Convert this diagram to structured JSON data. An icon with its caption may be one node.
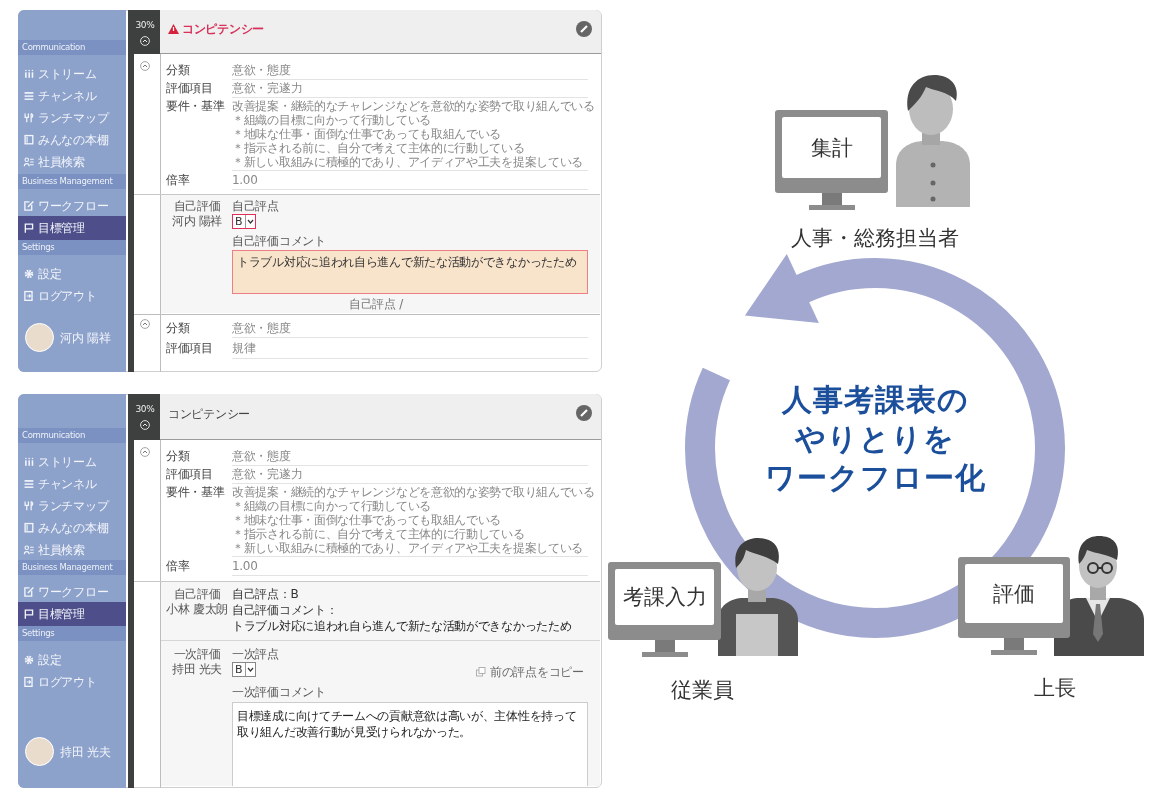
{
  "diagram": {
    "nodes": [
      {
        "text": [
          "集計"
        ],
        "beside": [
          "人事・総務担当者"
        ]
      },
      {
        "text": [
          "考課入力"
        ],
        "beside": [
          "従業員"
        ]
      },
      {
        "text": [
          "評価"
        ],
        "beside": [
          "上長"
        ]
      }
    ],
    "labels": [
      "Communication",
      "ストリーム",
      "チャンネル",
      "ランチマップ",
      "みんなの本棚",
      "社員検索",
      "Business Management",
      "ワークフロー",
      "目標管理",
      "Settings",
      "設定",
      "ログアウト",
      "河内 陽祥",
      "30%",
      "コンピテンシー",
      "分類",
      "意欲・態度",
      "評価項目",
      "意欲・完遂力",
      "要件・基準",
      "改善提案・継続的なチャレンジなどを意欲的な姿勢で取り組んでいる",
      "＊組織の目標に向かって行動している",
      "＊地味な仕事・面倒な仕事であっても取組んでいる",
      "＊指示される前に、自分で考えて主体的に行動している",
      "＊新しい取組みに積極的であり、アイディアや工夫を提案している",
      "倍率",
      "1.00",
      "自己評価",
      "河内 陽祥",
      "自己評点",
      "B",
      "自己評価コメント",
      "トラブル対応に追われ自ら進んで新たな活動ができなかったため",
      "自己評点 /",
      "分類",
      "意欲・態度",
      "評価項目",
      "規律",
      "Communication",
      "ストリーム",
      "チャンネル",
      "ランチマップ",
      "みんなの本棚",
      "社員検索",
      "Business Management",
      "ワークフロー",
      "目標管理",
      "Settings",
      "設定",
      "ログアウト",
      "持田 光夫",
      "30%",
      "コンピテンシー",
      "分類",
      "意欲・態度",
      "評価項目",
      "意欲・完遂力",
      "要件・基準",
      "改善提案・継続的なチャレンジなどを意欲的な姿勢で取り組んでいる",
      "＊組織の目標に向かって行動している",
      "＊地味な仕事・面倒な仕事であっても取組んでいる",
      "＊指示される前に、自分で考えて主体的に行動している",
      "＊新しい取組みに積極的であり、アイディアや工夫を提案している",
      "倍率",
      "1.00",
      "自己評価",
      "小林 慶太朗",
      "自己評点：B",
      "自己評価コメント：",
      "トラブル対応に追われ自ら進んで新たな活動ができなかったため",
      "一次評価",
      "持田 光夫",
      "一次評点",
      "B",
      "前の評点をコピー",
      "一次評価コメント",
      "目標達成に向けてチームへの貢献意欲は高いが、主体性を持って取り組んだ改善行動が見受けられなかった。",
      "人事考課表のやりとりをワークフロー化"
    ]
  }
}
